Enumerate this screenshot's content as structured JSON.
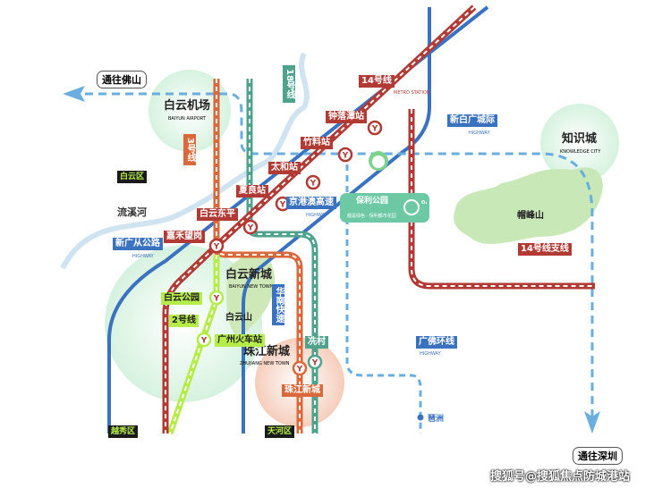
{
  "directions": {
    "foshan": "通往佛山",
    "shenzhen": "通往深圳"
  },
  "areas": {
    "airport": {
      "name": "白云机场",
      "en": "BAIYUN AIRPORT"
    },
    "baiyun_new_town": {
      "name": "白云新城",
      "en": "BAIYUN NEW TOWN"
    },
    "zhujiang_new_town": {
      "name": "珠江新城",
      "en": "ZHUJIANG NEW TOWN"
    },
    "knowledge_city": {
      "name": "知识城",
      "en": "KNOWLEDGE CITY"
    }
  },
  "districts": [
    "白云区",
    "越秀区",
    "天河区"
  ],
  "places": {
    "river": "流溪河",
    "mountain": "帽峰山",
    "baiyunshan": "白云山",
    "pazhou": "琶洲"
  },
  "metro_lines": {
    "line3": "3号线",
    "line18": "18号线",
    "line14": "14号线",
    "line2": "2号线",
    "line14_branch": "14号线支线",
    "metro_station": "METRO STATION"
  },
  "stations": [
    "钟落潭站",
    "竹料站",
    "太和站",
    "夏良站",
    "白云东平",
    "嘉禾望岗",
    "白云公园",
    "广州火车站",
    "冼村",
    "珠江新城"
  ],
  "highways": {
    "xinbaiguang": "新白广城际",
    "jinggangao": "京港澳高速",
    "xinguangcong": "新广从公路",
    "huananKuaisu": "华南快速",
    "guangfo": "广佛环线",
    "highway_en": "HIGHWAY"
  },
  "project": {
    "name": "保利公园",
    "tagline": "都是绿色 · 保利都市花园",
    "o2": "O₂"
  },
  "watermark": "搜狐号@搜狐焦点防城港站",
  "colors": {
    "line14": "#b13a35",
    "line3": "#d9683a",
    "line18": "#4fa28c",
    "line2": "#b6ec4a",
    "highway": "#3b72c0",
    "dashed": "#6aaee0"
  }
}
